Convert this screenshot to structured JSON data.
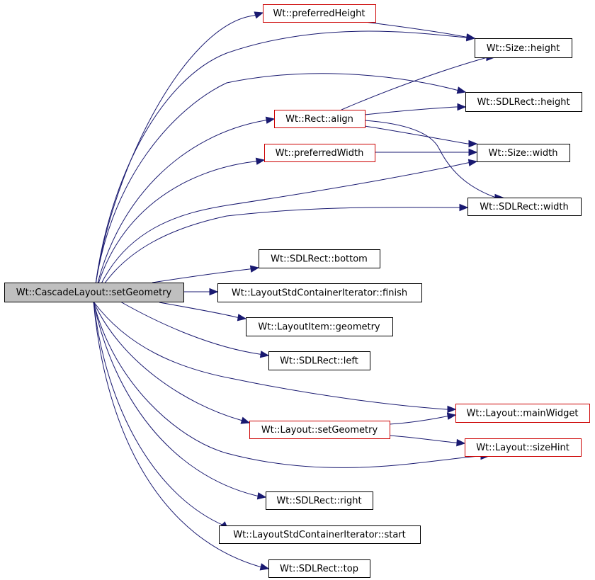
{
  "colors": {
    "edge": "#191970",
    "normal_border": "#000000",
    "link_border": "#cc0000",
    "root_fill": "#bfbfbf",
    "node_fill": "#ffffff"
  },
  "nodes": [
    {
      "id": "root",
      "label": "Wt::CascadeLayout::setGeometry",
      "kind": "root"
    },
    {
      "id": "n1",
      "label": "Wt::preferredHeight",
      "kind": "link"
    },
    {
      "id": "n2",
      "label": "Wt::Size::height",
      "kind": "normal"
    },
    {
      "id": "n3",
      "label": "Wt::SDLRect::height",
      "kind": "normal"
    },
    {
      "id": "n4",
      "label": "Wt::Rect::align",
      "kind": "link"
    },
    {
      "id": "n5",
      "label": "Wt::preferredWidth",
      "kind": "link"
    },
    {
      "id": "n6",
      "label": "Wt::Size::width",
      "kind": "normal"
    },
    {
      "id": "n7",
      "label": "Wt::SDLRect::width",
      "kind": "normal"
    },
    {
      "id": "n8",
      "label": "Wt::SDLRect::bottom",
      "kind": "normal"
    },
    {
      "id": "n9",
      "label": "Wt::LayoutStdContainerIterator::finish",
      "kind": "normal"
    },
    {
      "id": "n10",
      "label": "Wt::LayoutItem::geometry",
      "kind": "normal"
    },
    {
      "id": "n11",
      "label": "Wt::SDLRect::left",
      "kind": "normal"
    },
    {
      "id": "n12",
      "label": "Wt::Layout::mainWidget",
      "kind": "link"
    },
    {
      "id": "n13",
      "label": "Wt::Layout::setGeometry",
      "kind": "link"
    },
    {
      "id": "n14",
      "label": "Wt::Layout::sizeHint",
      "kind": "link"
    },
    {
      "id": "n15",
      "label": "Wt::SDLRect::right",
      "kind": "normal"
    },
    {
      "id": "n16",
      "label": "Wt::LayoutStdContainerIterator::start",
      "kind": "normal"
    },
    {
      "id": "n17",
      "label": "Wt::SDLRect::top",
      "kind": "normal"
    }
  ],
  "edges": [
    {
      "from": "root",
      "to": "n1"
    },
    {
      "from": "root",
      "to": "n2"
    },
    {
      "from": "root",
      "to": "n3"
    },
    {
      "from": "root",
      "to": "n4"
    },
    {
      "from": "root",
      "to": "n5"
    },
    {
      "from": "root",
      "to": "n6"
    },
    {
      "from": "root",
      "to": "n7"
    },
    {
      "from": "root",
      "to": "n8"
    },
    {
      "from": "root",
      "to": "n9"
    },
    {
      "from": "root",
      "to": "n10"
    },
    {
      "from": "root",
      "to": "n11"
    },
    {
      "from": "root",
      "to": "n12"
    },
    {
      "from": "root",
      "to": "n13"
    },
    {
      "from": "root",
      "to": "n14"
    },
    {
      "from": "root",
      "to": "n15"
    },
    {
      "from": "root",
      "to": "n16"
    },
    {
      "from": "root",
      "to": "n17"
    },
    {
      "from": "n1",
      "to": "n2"
    },
    {
      "from": "n4",
      "to": "n2"
    },
    {
      "from": "n4",
      "to": "n3"
    },
    {
      "from": "n4",
      "to": "n6"
    },
    {
      "from": "n4",
      "to": "n7"
    },
    {
      "from": "n5",
      "to": "n6"
    },
    {
      "from": "n13",
      "to": "n12"
    },
    {
      "from": "n13",
      "to": "n14"
    }
  ]
}
